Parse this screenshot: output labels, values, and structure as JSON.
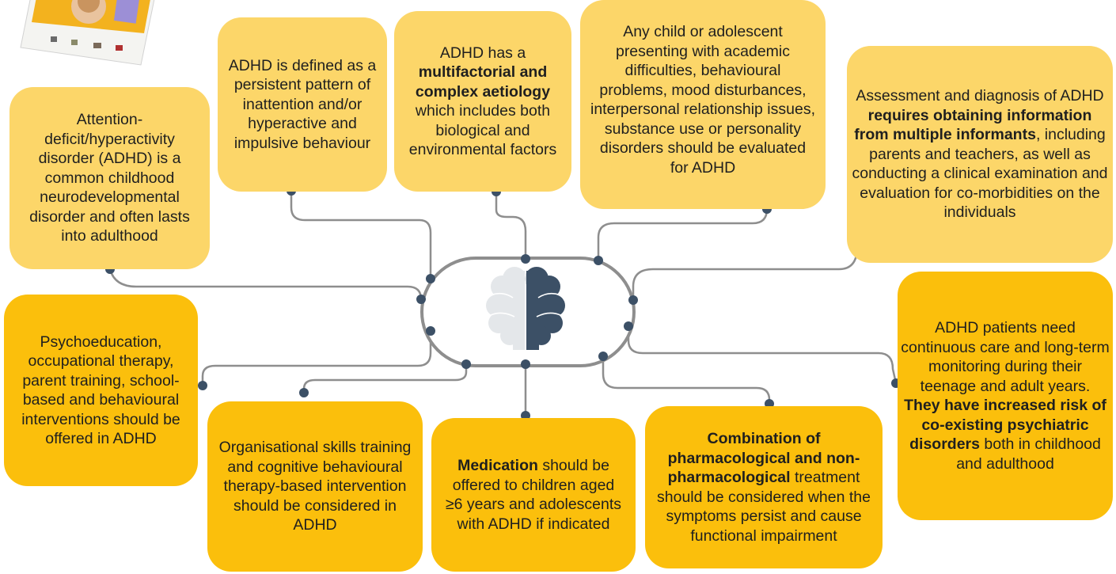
{
  "colors": {
    "box_light": "#fcd669",
    "box_dark": "#fbbf0c",
    "connector": "#8e8e8e",
    "node": "#3c5066",
    "brain_left": "#e4e7ea",
    "brain_right": "#3c5066"
  },
  "center": {
    "icon": "brain-icon"
  },
  "boxes": {
    "definition_intro": {
      "parts": [
        {
          "text": "Attention-deficit/hyperactivity disorder (ADHD) is a common childhood neurodevelopmental disorder and often lasts into adulthood",
          "bold": false
        }
      ]
    },
    "definition_pattern": {
      "parts": [
        {
          "text": "ADHD is defined as a persistent pattern of inattention and/or hyperactive and impulsive behaviour",
          "bold": false
        }
      ]
    },
    "aetiology": {
      "parts": [
        {
          "text": "ADHD has a ",
          "bold": false
        },
        {
          "text": "multifactorial and complex aetiology",
          "bold": true
        },
        {
          "text": " which includes both biological and environmental factors",
          "bold": false
        }
      ]
    },
    "evaluation": {
      "parts": [
        {
          "text": "Any child or adolescent presenting with academic difficulties, behavioural problems, mood disturbances, interpersonal relationship issues, substance use or personality disorders should be evaluated for ADHD",
          "bold": false
        }
      ]
    },
    "assessment": {
      "parts": [
        {
          "text": "Assessment and diagnosis of ADHD ",
          "bold": false
        },
        {
          "text": "requires obtaining information from multiple informants",
          "bold": true
        },
        {
          "text": ", including parents and teachers, as well as conducting a clinical examination and evaluation for co-morbidities on the individuals",
          "bold": false
        }
      ]
    },
    "psychoeducation": {
      "parts": [
        {
          "text": "Psychoeducation, occupational therapy, parent training, school-based and behavioural interventions should be offered in ADHD",
          "bold": false
        }
      ]
    },
    "organisational": {
      "parts": [
        {
          "text": "Organisational skills training and cognitive behavioural therapy-based intervention should be considered in ADHD",
          "bold": false
        }
      ]
    },
    "medication": {
      "parts": [
        {
          "text": "Medication",
          "bold": true
        },
        {
          "text": " should be offered to children aged ≥6 years and adolescents with ADHD if indicated",
          "bold": false
        }
      ]
    },
    "combination": {
      "parts": [
        {
          "text": "Combination of pharmacological and non-pharmacological",
          "bold": true
        },
        {
          "text": " treatment should be considered when the symptoms persist and cause functional impairment",
          "bold": false
        }
      ]
    },
    "continuous_care": {
      "parts": [
        {
          "text": "ADHD patients need continuous care and long-term monitoring during their teenage and adult years. ",
          "bold": false
        },
        {
          "text": "They have increased risk of co-existing psychiatric disorders",
          "bold": true
        },
        {
          "text": " both in childhood and adulthood",
          "bold": false
        }
      ]
    }
  }
}
